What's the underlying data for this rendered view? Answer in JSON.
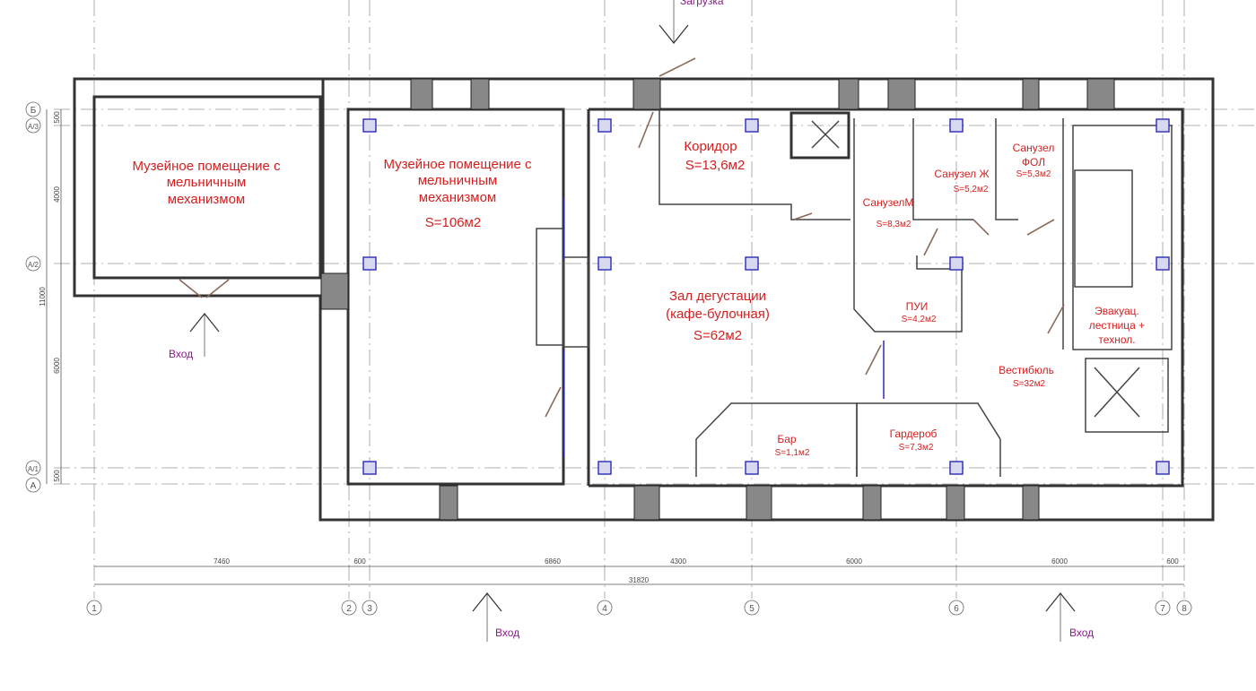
{
  "rooms": {
    "museum_left": [
      "Музейное помещение с",
      "мельничным",
      "механизмом"
    ],
    "museum_main": [
      "Музейное помещение с",
      "мельничным",
      "механизмом"
    ],
    "museum_main_area": "S=106м2",
    "corridor": "Коридор",
    "corridor_area": "S=13,6м2",
    "hall": [
      "Зал дегустации",
      "(кафе-булочная)"
    ],
    "hall_area": "S=62м2",
    "wc_m": "СанузелМ",
    "wc_m_area": "S=8,3м2",
    "wc_f": "Санузел Ж",
    "wc_f_area": "S=5,2м2",
    "wc_fol": [
      "Санузел",
      "ФОЛ"
    ],
    "wc_fol_area": "S=5,3м2",
    "pui": "ПУИ",
    "pui_area": "S=4,2м2",
    "stair": [
      "Эвакуац.",
      "лестница +",
      "технол."
    ],
    "vestibule": "Вестибюль",
    "vestibule_area": "S=32м2",
    "bar": "Бар",
    "bar_area": "S=1,1м2",
    "cloak": "Гардероб",
    "cloak_area": "S=7,3м2"
  },
  "entries": {
    "loading": "Загрузка",
    "entry_left": "Вход",
    "entry_bottom_1": "Вход",
    "entry_bottom_2": "Вход"
  },
  "axes_horizontal": [
    "Б",
    "А/3",
    "А/2",
    "А/1",
    "А"
  ],
  "axes_vertical": [
    "1",
    "2",
    "3",
    "4",
    "5",
    "6",
    "7",
    "8"
  ],
  "dims_vertical": {
    "d1": "500",
    "d2": "4000",
    "d3": "6000",
    "d4": "500",
    "total": "11000"
  },
  "dims_horizontal": {
    "d1": "7460",
    "d2": "600",
    "d3": "6860",
    "d4": "4300",
    "d5": "6000",
    "d6": "6000",
    "d7": "600",
    "total": "31820"
  }
}
